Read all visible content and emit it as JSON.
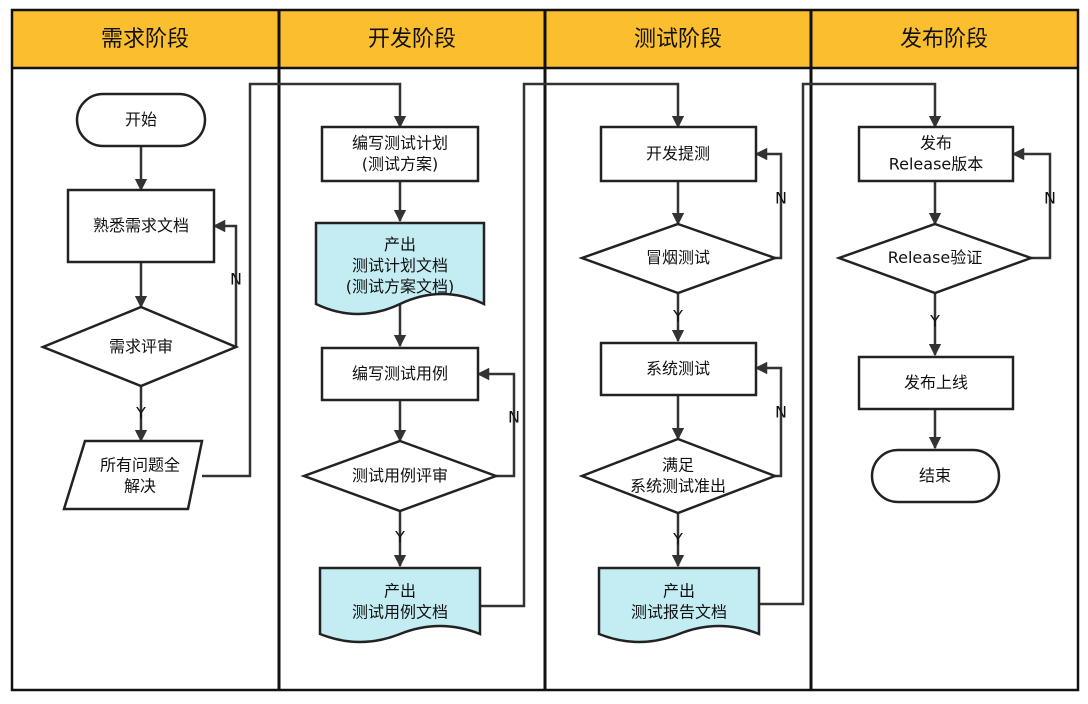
{
  "lanes": [
    {
      "title": "需求阶段"
    },
    {
      "title": "开发阶段"
    },
    {
      "title": "测试阶段"
    },
    {
      "title": "发布阶段"
    }
  ],
  "nodes": {
    "start": {
      "lines": [
        "开始"
      ]
    },
    "familiarize": {
      "lines": [
        "熟悉需求文档"
      ]
    },
    "req_review": {
      "lines": [
        "需求评审"
      ]
    },
    "all_solved": {
      "lines": [
        "所有问题全",
        "解决"
      ]
    },
    "write_plan": {
      "lines": [
        "编写测试计划",
        "(测试方案)"
      ]
    },
    "plan_doc": {
      "lines": [
        "产出",
        "测试计划文档",
        "(测试方案文档)"
      ]
    },
    "write_cases": {
      "lines": [
        "编写测试用例"
      ]
    },
    "case_review": {
      "lines": [
        "测试用例评审"
      ]
    },
    "case_doc": {
      "lines": [
        "产出",
        "测试用例文档"
      ]
    },
    "dev_submit": {
      "lines": [
        "开发提测"
      ]
    },
    "smoke": {
      "lines": [
        "冒烟测试"
      ]
    },
    "system_test": {
      "lines": [
        "系统测试"
      ]
    },
    "exit_criteria": {
      "lines": [
        "满足",
        "系统测试准出"
      ]
    },
    "report_doc": {
      "lines": [
        "产出",
        "测试报告文档"
      ]
    },
    "release_build": {
      "lines": [
        "发布",
        "Release版本"
      ]
    },
    "release_verify": {
      "lines": [
        "Release验证"
      ]
    },
    "go_live": {
      "lines": [
        "发布上线"
      ]
    },
    "end": {
      "lines": [
        "结束"
      ]
    }
  },
  "edge_labels": {
    "yes": "Y",
    "no": "N"
  },
  "colors": {
    "header": "#fbbe2e",
    "document": "#c3edf3",
    "line": "#333333"
  }
}
